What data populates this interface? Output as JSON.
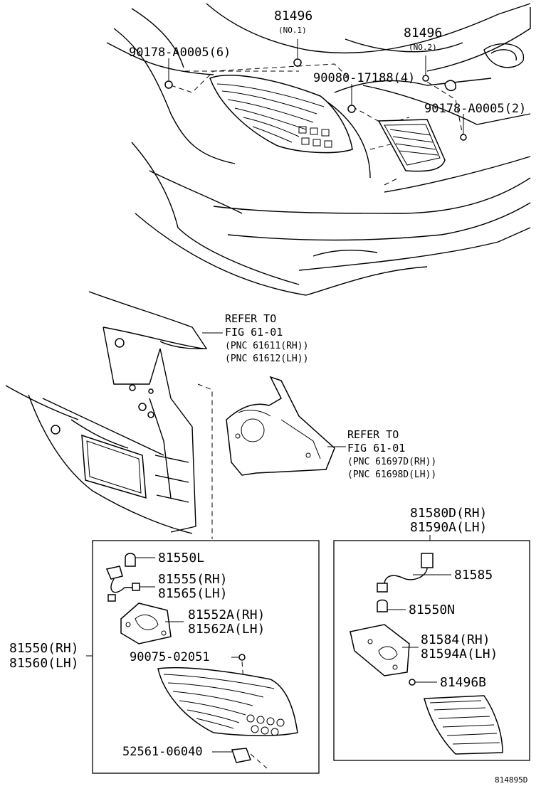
{
  "labels": {
    "top_81496_no1": "81496",
    "top_81496_no1_note": "(NO.1)",
    "top_81496_no2": "81496",
    "top_81496_no2_note": "(NO.2)",
    "bolt_left": "90178-A0005(6)",
    "screw_mid": "90080-17188(4)",
    "bolt_right": "90178-A0005(2)",
    "refer1_line1": "REFER TO",
    "refer1_line2": "FIG 61-01",
    "refer1_line3": "(PNC 61611(RH))",
    "refer1_line4": "(PNC 61612(LH))",
    "refer2_line1": "REFER TO",
    "refer2_line2": "FIG 61-01",
    "refer2_line3": "(PNC 61697D(RH))",
    "refer2_line4": "(PNC 61698D(LH))",
    "assy_rh": "81580D(RH)",
    "assy_lh": "81590A(LH)",
    "bulb_l": "81550L",
    "socket_rh": "81555(RH)",
    "socket_lh": "81565(LH)",
    "gasket_rh": "81552A(RH)",
    "gasket_lh": "81562A(LH)",
    "nut": "90075-02051",
    "clip": "52561-06040",
    "lamp_rh": "81550(RH)",
    "lamp_lh": "81560(LH)",
    "wire": "81585",
    "bulb_n": "81550N",
    "bracket_rh": "81584(RH)",
    "bracket_lh": "81594A(LH)",
    "screw_b": "81496B",
    "diagram_id": "814895D"
  }
}
